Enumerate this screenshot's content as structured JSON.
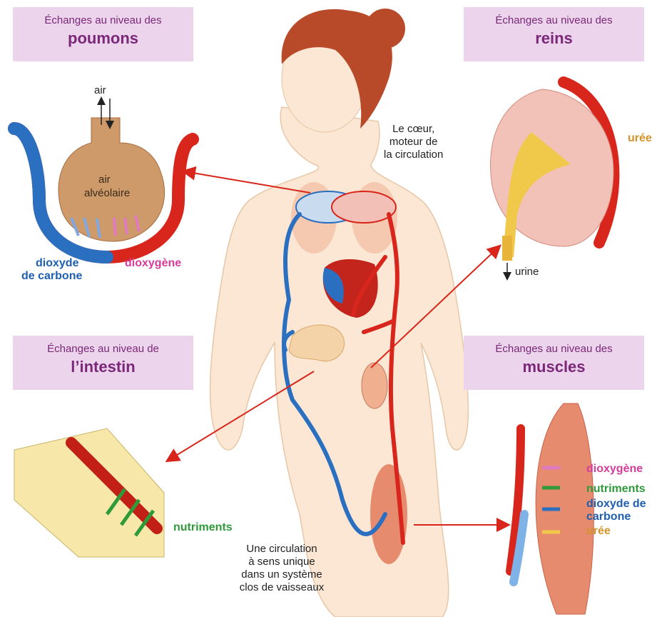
{
  "panels": {
    "lungs": {
      "small": "Échanges au niveau des",
      "big": "poumons"
    },
    "kidneys": {
      "small": "Échanges au niveau des",
      "big": "reins"
    },
    "intestine": {
      "small": "Échanges au niveau de",
      "big": "l’intestin"
    },
    "muscles": {
      "small": "Échanges au niveau des",
      "big": "muscles"
    }
  },
  "lungs_detail": {
    "air": "air",
    "alveolar_air_1": "air",
    "alveolar_air_2": "alvéolaire",
    "co2_1": "dioxyde",
    "co2_2": "de carbone",
    "o2": "dioxygène"
  },
  "heart_caption": [
    "Le cœur,",
    "moteur de",
    "la circulation"
  ],
  "kidney_detail": {
    "uree": "urée",
    "urine": "urine"
  },
  "intestine_detail": {
    "nutriments": "nutriments"
  },
  "muscle_detail": {
    "o2": "dioxygène",
    "nutriments": "nutriments",
    "co2_1": "dioxyde de",
    "co2_2": "carbone",
    "uree": "urée"
  },
  "circulation_caption": [
    "Une circulation",
    "à sens unique",
    "dans un système",
    "clos de vaisseaux"
  ],
  "colors": {
    "panel_bg": "#ebd4ec",
    "panel_text": "#7a2877",
    "artery": "#d9261c",
    "vein": "#2a6fc0",
    "o2": "#d63c9c",
    "co2": "#1f5fb0",
    "nutriments": "#2e9a3a",
    "uree": "#d4932a",
    "skin": "#fbe7d3"
  }
}
